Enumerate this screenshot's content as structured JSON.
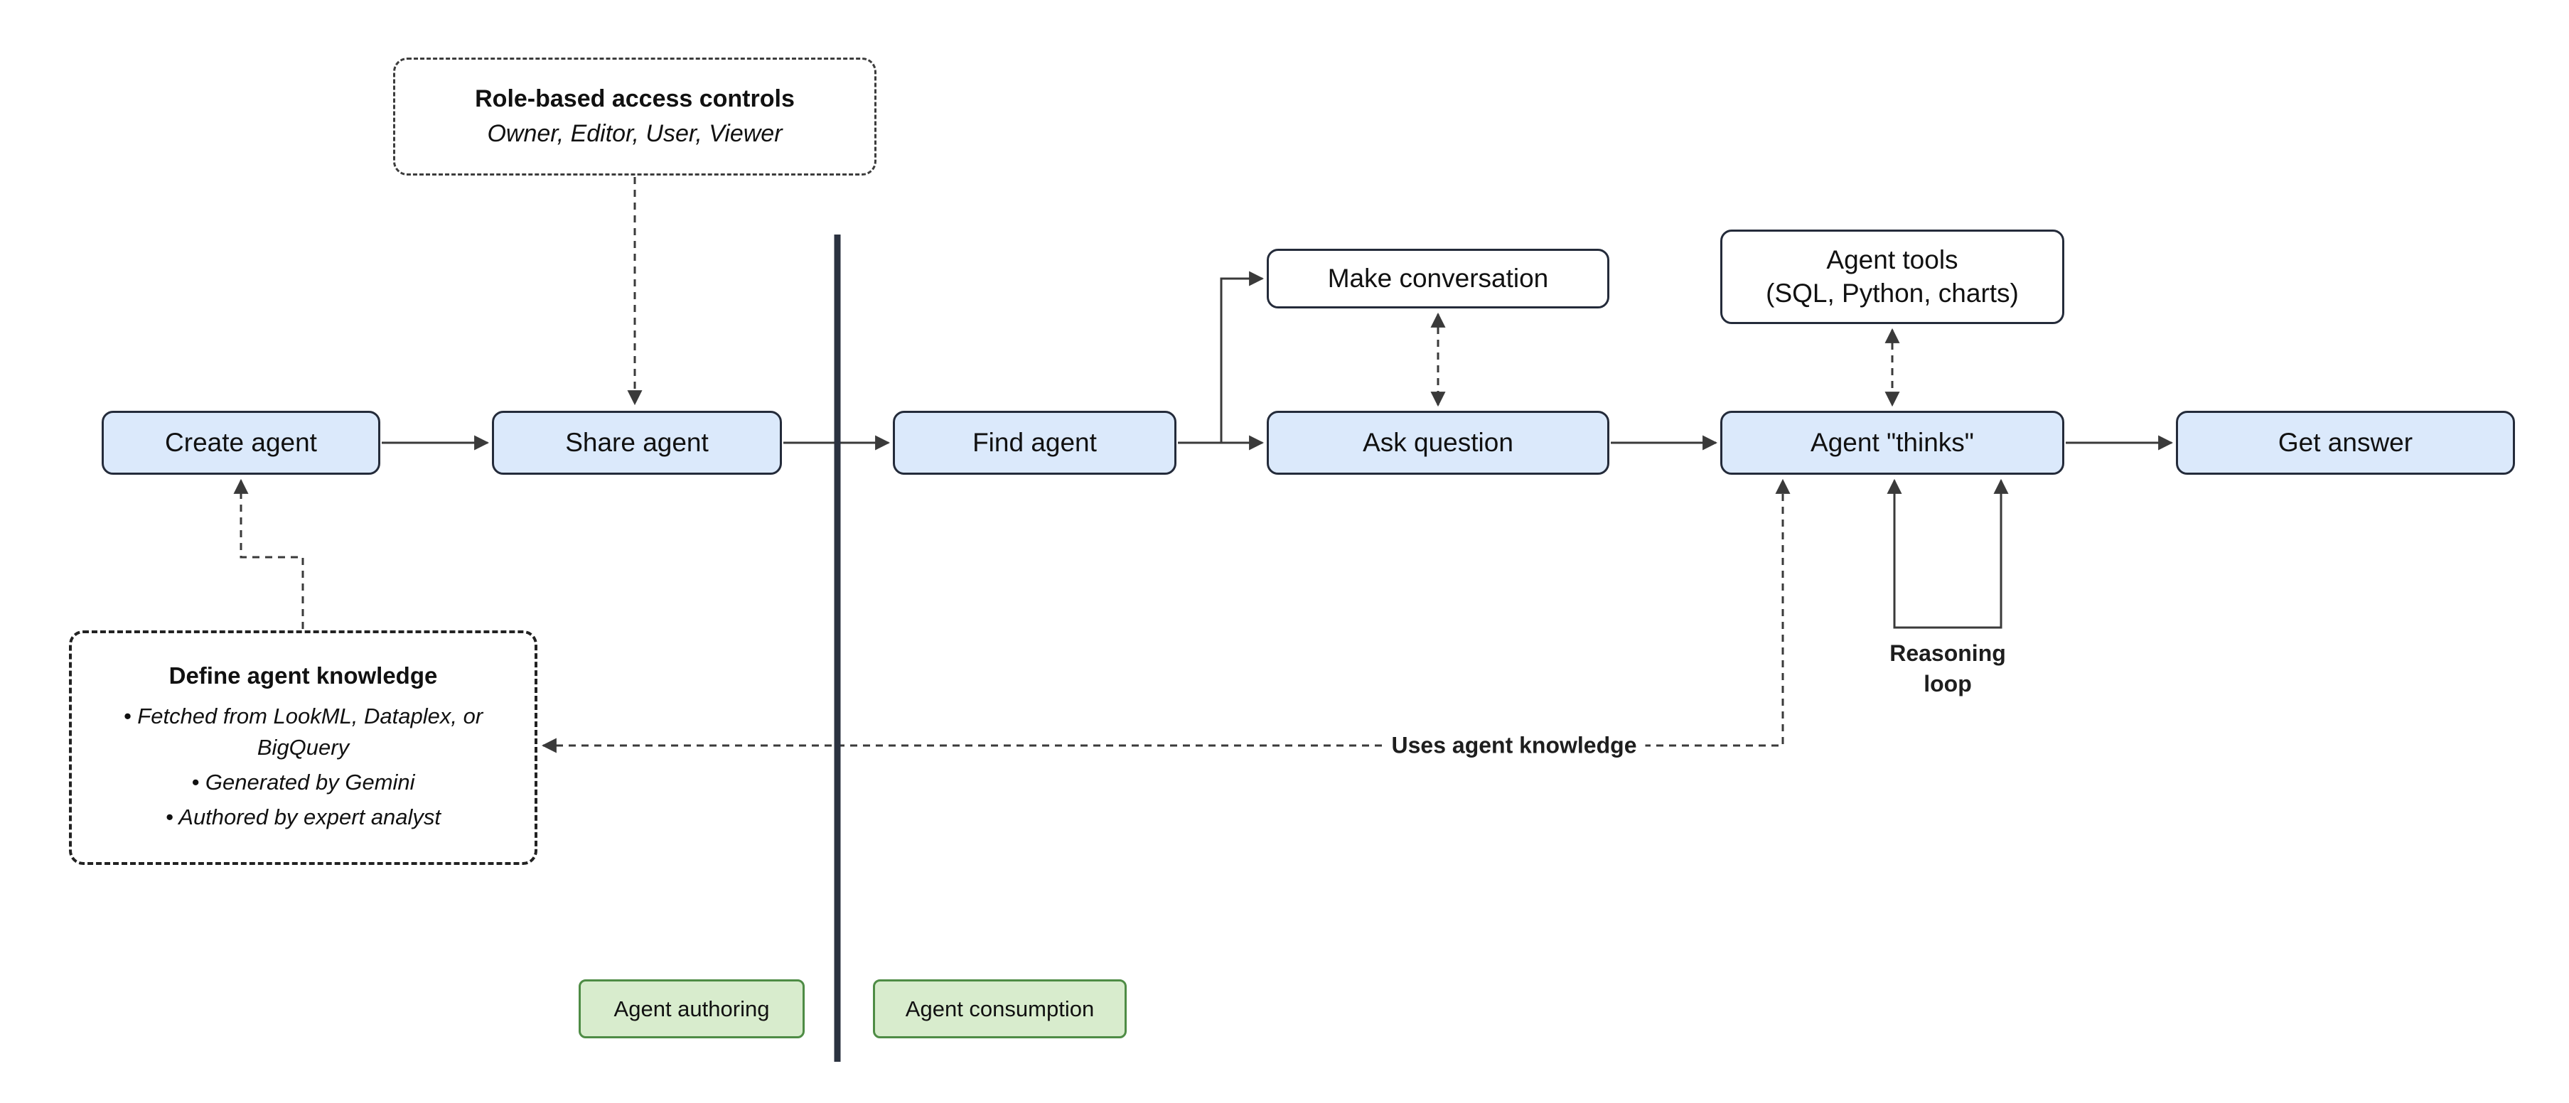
{
  "diagram": {
    "nodes": {
      "create_agent": {
        "label": "Create agent"
      },
      "share_agent": {
        "label": "Share agent"
      },
      "find_agent": {
        "label": "Find agent"
      },
      "make_conversation": {
        "label": "Make conversation"
      },
      "ask_question": {
        "label": "Ask question"
      },
      "agent_tools": {
        "line1": "Agent tools",
        "line2": "(SQL, Python, charts)"
      },
      "agent_thinks": {
        "label": "Agent \"thinks\""
      },
      "get_answer": {
        "label": "Get answer"
      }
    },
    "callouts": {
      "role_access": {
        "title": "Role-based access controls",
        "subtitle": "Owner, Editor, User, Viewer"
      },
      "define_knowledge": {
        "title": "Define agent knowledge",
        "bullets": [
          "Fetched from LookML, Dataplex, or BigQuery",
          "Generated by Gemini",
          "Authored by expert analyst"
        ]
      }
    },
    "labels": {
      "uses_agent_knowledge": "Uses agent knowledge",
      "reasoning_loop_line1": "Reasoning",
      "reasoning_loop_line2": "loop"
    },
    "zones": {
      "authoring": "Agent authoring",
      "consumption": "Agent consumption"
    },
    "colors": {
      "node_fill": "#dbe9fb",
      "node_border": "#242b3a",
      "zone_fill": "#d8eccd",
      "zone_border": "#4e8c45",
      "connector": "#3a3a3a",
      "divider": "#2b3240"
    }
  }
}
